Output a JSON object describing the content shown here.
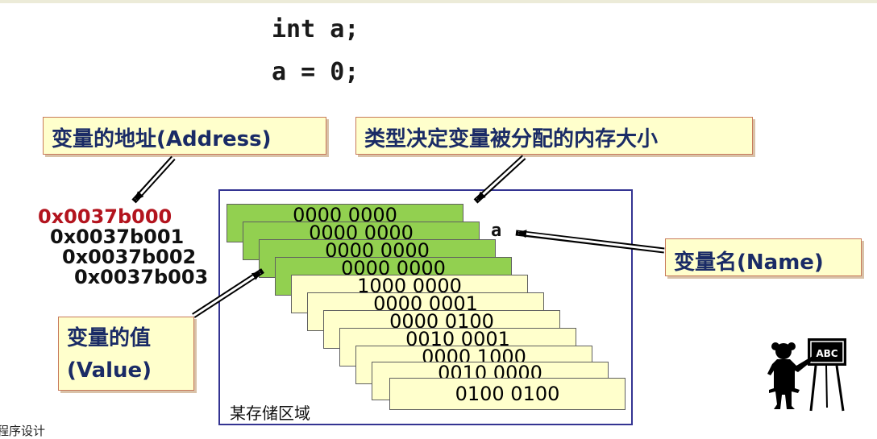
{
  "code": {
    "line1": "int a;",
    "line2": "a = 0;"
  },
  "callouts": {
    "address": "变量的地址(Address)",
    "size": "类型决定变量被分配的内存大小",
    "name": "变量名(Name)",
    "value_line1": "变量的值",
    "value_line2": "(Value)"
  },
  "addresses": [
    "0x0037b000",
    "0x0037b001",
    "0x0037b002",
    "0x0037b003"
  ],
  "memory": {
    "cells": [
      "0000 0000",
      "0000 0000",
      "0000 0000",
      "0000 0000",
      "1000 0000",
      "0000 0001",
      "0000 0100",
      "0010 0001",
      "0000 1000",
      "0010 0000",
      "0100 0100"
    ],
    "region_label": "某存储区域",
    "variable_name": "a"
  },
  "footer": "程序设计",
  "icons": {
    "teacher": "teacher-blackboard-icon",
    "board_text": "ABC"
  },
  "colors": {
    "highlight_cell": "#92d050",
    "plain_cell": "#ffffcc",
    "first_address": "#b3141e",
    "callout_text": "#1a2b66",
    "frame": "#343492"
  }
}
